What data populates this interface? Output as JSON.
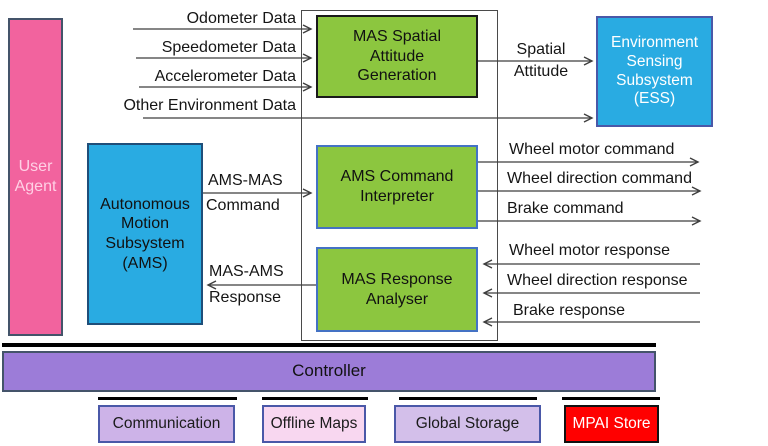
{
  "diagram": {
    "boxes": {
      "user_agent": "User\nAgent",
      "ams": "Autonomous\nMotion\nSubsystem\n(AMS)",
      "mas_spatial_attitude_generation": "MAS Spatial\nAttitude\nGeneration",
      "ams_command_interpreter": "AMS Command\nInterpreter",
      "mas_response_analyser": "MAS Response\nAnalyser",
      "ess": "Environment\nSensing\nSubsystem\n(ESS)",
      "controller": "Controller",
      "communication": "Communication",
      "offline_maps": "Offline Maps",
      "global_storage": "Global Storage",
      "mpai_store": "MPAI Store"
    },
    "flows": {
      "odometer": "Odometer Data",
      "speedometer": "Speedometer Data",
      "accelerometer": "Accelerometer Data",
      "other_environment": "Other Environment Data",
      "spatial_attitude": [
        "Spatial",
        "Attitude"
      ],
      "ams_mas_command": [
        "AMS-MAS",
        "Command"
      ],
      "mas_ams_response": [
        "MAS-AMS",
        "Response"
      ],
      "wheel_motor_command": "Wheel motor command",
      "wheel_direction_command": "Wheel direction command",
      "brake_command": "Brake command",
      "wheel_motor_response": "Wheel motor response",
      "wheel_direction_response": "Wheel direction response",
      "brake_response": "Brake response"
    },
    "colors": {
      "user_agent_pink": "#F2639E",
      "subsystem_blue": "#29ABE2",
      "aim_green": "#8CC63F",
      "controller_purple": "#9C7CD8",
      "communication_lavender": "#CDB3E8",
      "offline_maps_pink": "#F8D7F0",
      "global_storage_lavender": "#D3BFEA",
      "mpai_store_red": "#FF0000",
      "arrow_gray": "#3F3F3F"
    }
  }
}
